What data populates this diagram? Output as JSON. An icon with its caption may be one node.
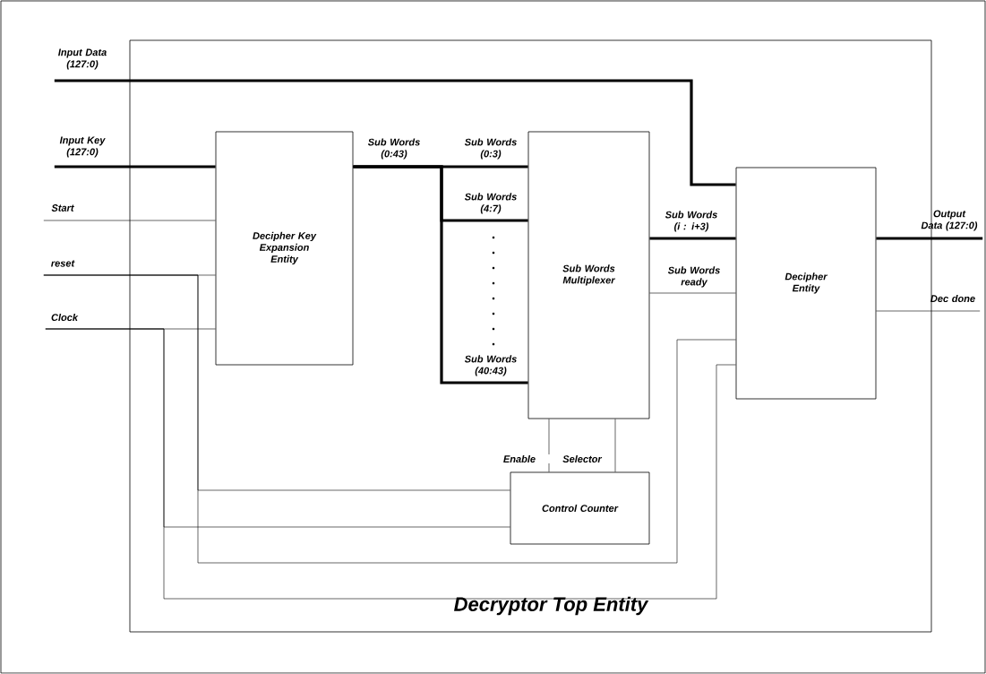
{
  "diagram": {
    "nodes": [
      {
        "text": [
          "Decryptor Top Entity"
        ]
      },
      {
        "text": [
          "Decipher Key Expansion Entity"
        ],
        "in": 0
      },
      {
        "text": [
          "Sub Words Multiplexer"
        ],
        "in": 0
      },
      {
        "text": [
          "Decipher Entity"
        ],
        "in": 0
      },
      {
        "text": [
          "Control Counter"
        ],
        "in": 0
      },
      {
        "text": [
          "Input Data (127:0)"
        ]
      },
      {
        "text": [
          "Input Key (127:0)"
        ]
      },
      {
        "text": [
          "Start"
        ]
      },
      {
        "text": [
          "reset"
        ]
      },
      {
        "text": [
          "Clock"
        ]
      },
      {
        "text": [
          "Output Data (127:0)"
        ]
      },
      {
        "text": [
          "Dec done"
        ]
      }
    ],
    "edges": [
      {
        "from": 5,
        "to": 3,
        "arrow": "none",
        "style": "thick"
      },
      {
        "from": 6,
        "to": 1,
        "arrow": "none",
        "style": "thick"
      },
      {
        "from": 7,
        "to": 1,
        "arrow": "none"
      },
      {
        "from": 8,
        "to": 1,
        "arrow": "none"
      },
      {
        "from": 9,
        "to": 1,
        "arrow": "none"
      },
      {
        "from": 1,
        "to": 2,
        "arrow": "none",
        "style": "thick",
        "label": "Sub Words (0:3)"
      },
      {
        "from": 1,
        "to": 2,
        "arrow": "none",
        "style": "thick",
        "label": "Sub Words (4:7)"
      },
      {
        "from": 1,
        "to": 2,
        "arrow": "none",
        "style": "thick",
        "label": "Sub Words (40:43)"
      },
      {
        "from": 2,
        "to": 3,
        "arrow": "none",
        "style": "thick",
        "label": "Sub Words (i : i+3)"
      },
      {
        "from": 2,
        "to": 3,
        "arrow": "none",
        "label": "Sub Words ready"
      },
      {
        "from": 4,
        "to": 2,
        "arrow": "none",
        "label": "Enable"
      },
      {
        "from": 4,
        "to": 2,
        "arrow": "none",
        "label": "Selector"
      },
      {
        "from": 8,
        "to": 4,
        "arrow": "none"
      },
      {
        "from": 8,
        "to": 3,
        "arrow": "none"
      },
      {
        "from": 9,
        "to": 4,
        "arrow": "none"
      },
      {
        "from": 9,
        "to": 3,
        "arrow": "none"
      },
      {
        "from": 3,
        "to": 10,
        "arrow": "none",
        "style": "thick"
      },
      {
        "from": 3,
        "to": 11,
        "arrow": "none"
      }
    ],
    "labels": [
      "Sub Words (0:43)"
    ]
  }
}
